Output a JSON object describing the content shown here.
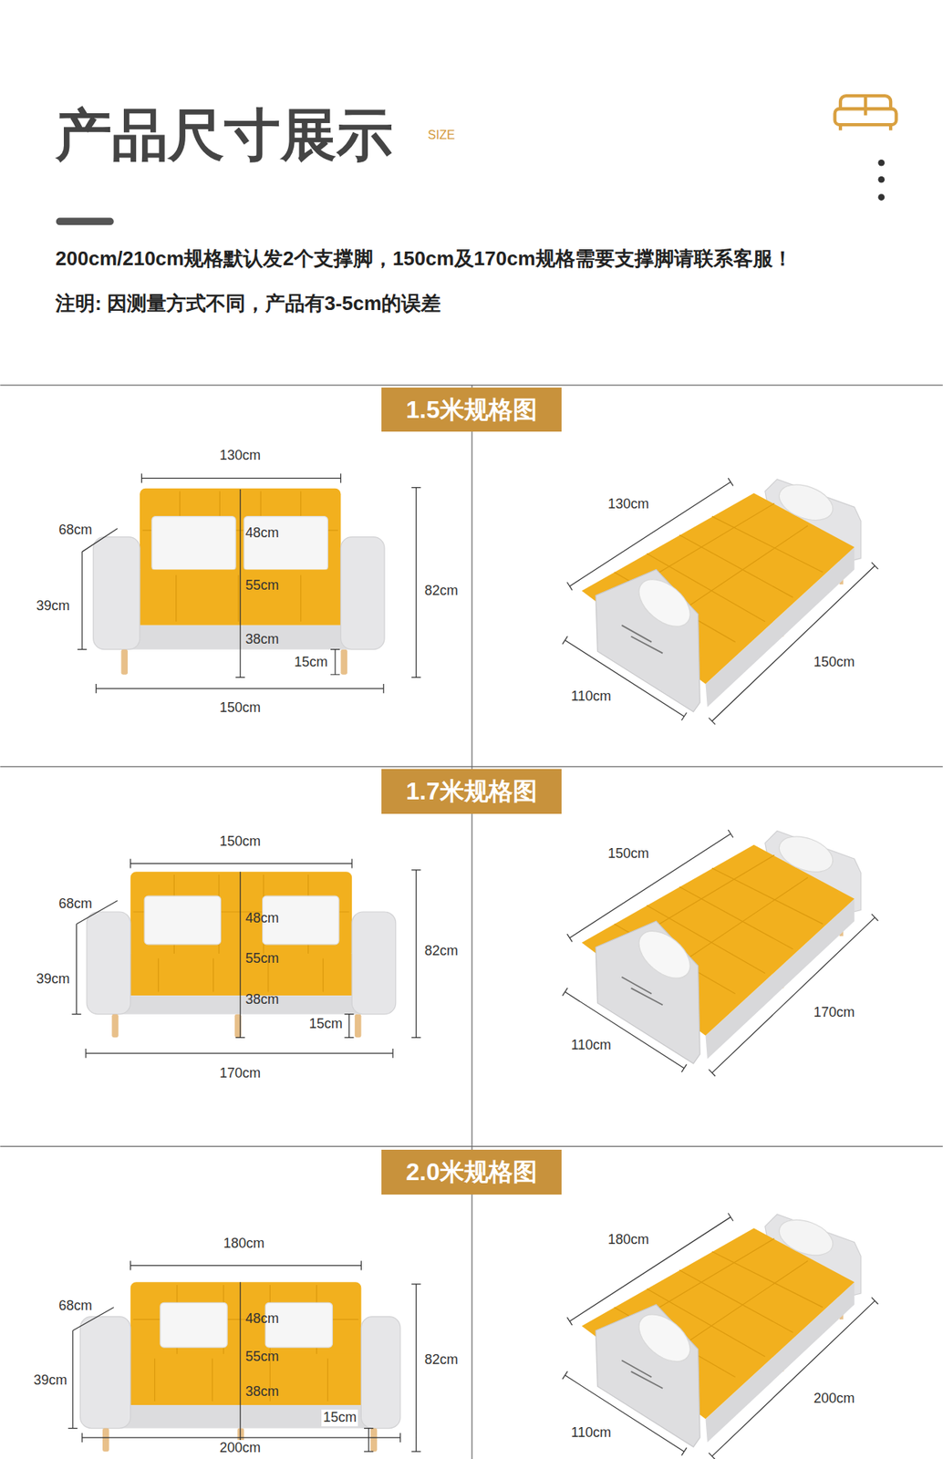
{
  "diagram": {
    "title": "产品尺寸展示",
    "nodes": [
      {
        "text": [
          "1.5米规格图"
        ]
      },
      {
        "text": [
          "1.7米规格图"
        ]
      },
      {
        "text": [
          "2.0米规格图"
        ]
      }
    ],
    "labels": [
      "SIZE",
      "200cm/210cm规格默认发2个支撑脚，150cm及170cm规格需要支撑脚请联系客服！",
      "注明: 因测量方式不同，产品有3-5cm的误差",
      "130cm",
      "68cm",
      "48cm",
      "55cm",
      "39cm",
      "82cm",
      "38cm",
      "15cm",
      "150cm",
      "130cm",
      "150cm",
      "110cm",
      "150cm",
      "68cm",
      "48cm",
      "55cm",
      "39cm",
      "82cm",
      "38cm",
      "15cm",
      "170cm",
      "150cm",
      "170cm",
      "110cm",
      "180cm",
      "68cm",
      "48cm",
      "55cm",
      "39cm",
      "82cm",
      "38cm",
      "15cm",
      "200cm",
      "180cm",
      "200cm",
      "110cm"
    ]
  }
}
